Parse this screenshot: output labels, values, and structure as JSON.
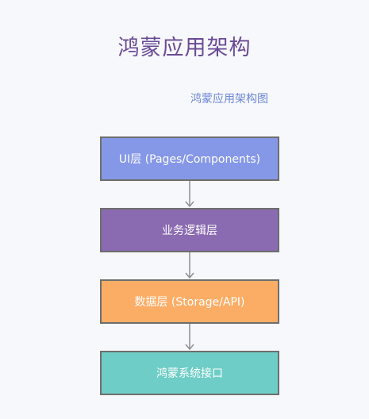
{
  "diagram": {
    "title": "鸿蒙应用架构",
    "caption": "鸿蒙应用架构图",
    "layers": [
      {
        "label": "UI层 (Pages/Components)",
        "color": "#8597e7"
      },
      {
        "label": "业务逻辑层",
        "color": "#8a6ab0"
      },
      {
        "label": "数据层 (Storage/API)",
        "color": "#fbad66"
      },
      {
        "label": "鸿蒙系统接口",
        "color": "#6ecdc6"
      }
    ],
    "arrow_color": "#8e8e8e"
  }
}
